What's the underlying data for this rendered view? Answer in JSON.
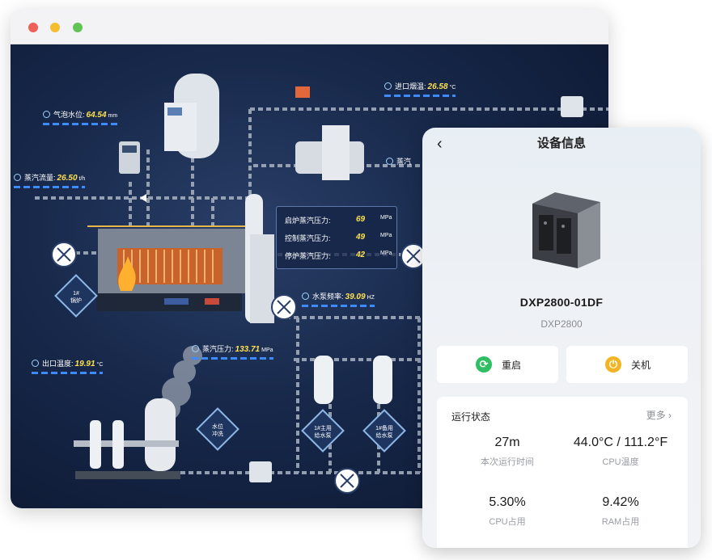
{
  "scada": {
    "labels": {
      "drum_level": {
        "label": "气泡水位:",
        "value": "64.54",
        "unit": "mm"
      },
      "steam_flow": {
        "label": "蒸汽流量:",
        "value": "26.50",
        "unit": "t/h"
      },
      "inlet_temp": {
        "label": "进口烟温:",
        "value": "26.58",
        "unit": "°C"
      },
      "outlet_temp": {
        "label": "出口温度:",
        "value": "19.91",
        "unit": "°C"
      },
      "pump_freq": {
        "label": "水泵频率:",
        "value": "39.09",
        "unit": "HZ"
      },
      "steam_pressure": {
        "label": "蒸汽压力:",
        "value": "133.71",
        "unit": "MPa"
      },
      "partial": {
        "label": "蒸汽"
      }
    },
    "pressure_panel": [
      {
        "label": "启炉蒸汽压力:",
        "value": "69",
        "unit": "MPa"
      },
      {
        "label": "控制蒸汽压力:",
        "value": "49",
        "unit": "MPa"
      },
      {
        "label": "停炉蒸汽压力:",
        "value": "42",
        "unit": "MPa"
      }
    ],
    "badges": {
      "boiler": "1#\n锅炉",
      "water_level": "水位\n冲洗",
      "main_pump": "1#主用\n给水泵",
      "backup_pump": "1#备用\n给水泵"
    }
  },
  "card": {
    "back": "‹",
    "title": "设备信息",
    "device_name": "DXP2800-01DF",
    "device_model": "DXP2800",
    "restart_label": "重启",
    "power_label": "关机",
    "status_header": "运行状态",
    "more_label": "更多 ›",
    "stats": [
      {
        "value": "27m",
        "caption": "本次运行时间"
      },
      {
        "value": "44.0°C / 111.2°F",
        "caption": "CPU温度"
      },
      {
        "value": "5.30%",
        "caption": "CPU占用"
      },
      {
        "value": "9.42%",
        "caption": "RAM占用"
      }
    ]
  },
  "colors": {
    "accent_green": "#2fbf62",
    "accent_yellow": "#f3b322",
    "value_yellow": "#ffe14d"
  }
}
